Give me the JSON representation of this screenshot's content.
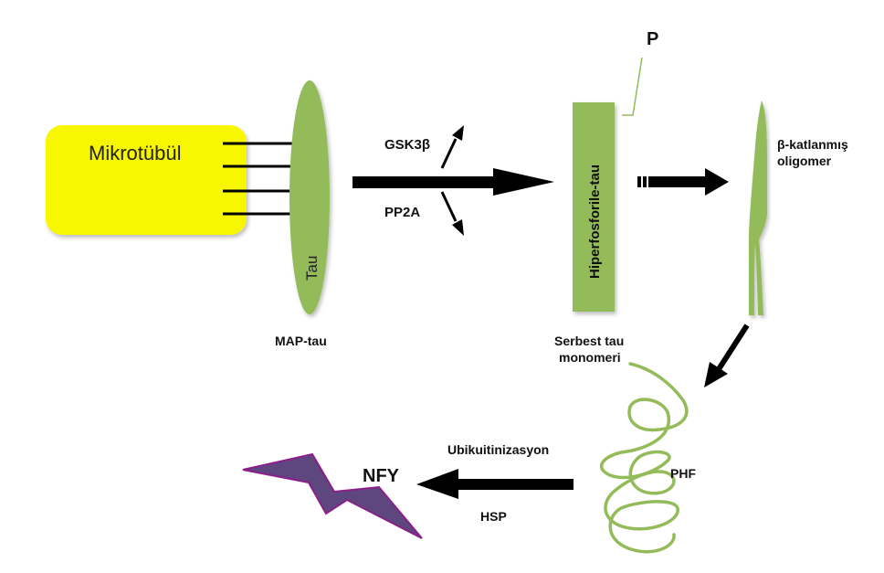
{
  "labels": {
    "microtubule": "Mikrotübül",
    "tau": "Tau",
    "map_tau": "MAP-tau",
    "gsk3b": "GSK3β",
    "pp2a": "PP2A",
    "phosphate": "P",
    "hyperphosphorylated_tau": "Hiperfosforile-tau",
    "free_tau_line1": "Serbest tau",
    "free_tau_line2": "monomeri",
    "oligomer_line1": "β-katlanmış",
    "oligomer_line2": "oligomer",
    "phf": "PHF",
    "ubiquitination": "Ubikuitinizasyon",
    "hsp": "HSP",
    "nfy": "NFY"
  },
  "colors": {
    "microtubule_fill": "#f7f700",
    "tau_green": "#94bb5a",
    "arrow_black": "#000000",
    "nfy_purple": "#5e467f",
    "nfy_outline": "#8a1f8a"
  }
}
